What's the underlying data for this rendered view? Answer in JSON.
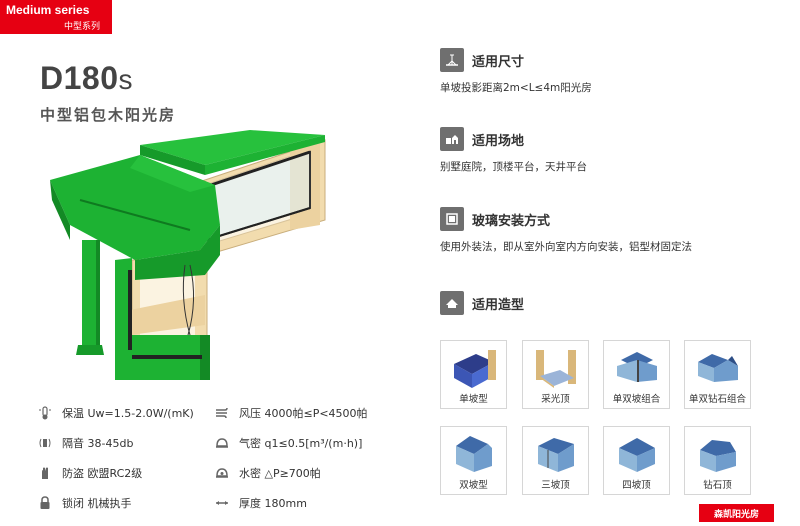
{
  "badge": {
    "en": "Medium series",
    "cn": "中型系列"
  },
  "model": {
    "code": "D180",
    "suffix": "s",
    "name": "中型铝包木阳光房"
  },
  "specs": [
    {
      "icon": "thermometer-icon",
      "text": "保温 Uw=1.5-2.0W/(mK)"
    },
    {
      "icon": "sound-icon",
      "text": "隔音 38-45db"
    },
    {
      "icon": "shield-hand-icon",
      "text": "防盗 欧盟RC2级"
    },
    {
      "icon": "lock-icon",
      "text": "锁闭 机械执手"
    },
    {
      "icon": "wind-icon",
      "text": "风压 4000帕≤P<4500帕"
    },
    {
      "icon": "air-tight-icon",
      "text": "气密 q1≤0.5[m³/(m·h)]"
    },
    {
      "icon": "water-drop-icon",
      "text": "水密 △P≥700帕"
    },
    {
      "icon": "thickness-icon",
      "text": "厚度 180mm"
    }
  ],
  "features": [
    {
      "icon": "ruler-icon",
      "title": "适用尺寸",
      "desc": "单坡投影距离2m<L≤4m阳光房"
    },
    {
      "icon": "house-site-icon",
      "title": "适用场地",
      "desc": "别墅庭院，顶楼平台，天井平台"
    },
    {
      "icon": "glass-pane-icon",
      "title": "玻璃安装方式",
      "desc": "使用外装法，即从室外向室内方向安装，铝型材固定法"
    },
    {
      "icon": "roof-shape-icon",
      "title": "适用造型",
      "desc": ""
    }
  ],
  "styles": [
    {
      "label": "单坡型"
    },
    {
      "label": "采光顶"
    },
    {
      "label": "单双坡组合"
    },
    {
      "label": "单双钻石组合"
    },
    {
      "label": "双坡型"
    },
    {
      "label": "三坡顶"
    },
    {
      "label": "四坡顶"
    },
    {
      "label": "钻石顶"
    }
  ],
  "brand": {
    "text": "森凯阳光房"
  },
  "colors": {
    "accent": "#e60012",
    "frame_green": "#1db233",
    "wood": "#f2dcae",
    "icon_gray": "#6f6f6f"
  }
}
